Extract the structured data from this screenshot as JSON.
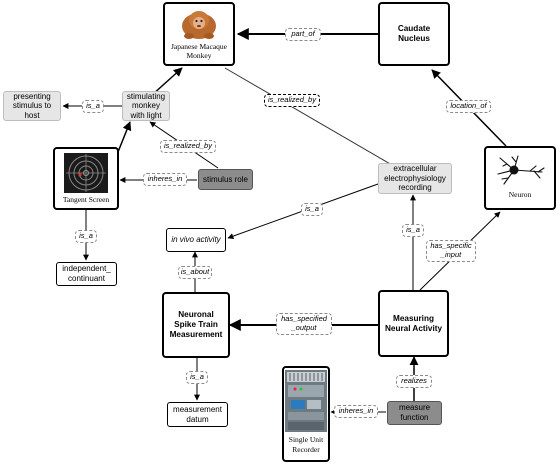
{
  "nodes": {
    "macaque": "Japanese Macaque Monkey",
    "caudate": "Caudate Nucleus",
    "presenting": "presenting stimulus to host",
    "stimulating": "stimulating monkey with light",
    "tangent": "Tangent Screen",
    "stimulus_role": "stimulus role",
    "independent": "independent_ continuant",
    "extracellular": "extracellular electrophysiology recording",
    "neuron": "Neuron",
    "invivo": "in vivo activity",
    "spike": "Neuronal Spike Train Measurement",
    "measuring": "Measuring Neural Activity",
    "datum": "measurement datum",
    "recorder": "Single Unit Recorder",
    "measure_function": "measure function"
  },
  "edges": {
    "part_of": "part_of",
    "is_realized_by_top": "is_realized_by",
    "location_of": "location_of",
    "is_a_presenting": "is_a",
    "is_realized_by_mid": "is_realized_by",
    "inheres_in_tangent": "inheres_in",
    "is_a_tangent": "is_a",
    "is_a_invivo": "is_a",
    "is_a_extracellular": "is_a",
    "has_specific_input": "has_specific _input",
    "is_about": "is_about",
    "has_specified_output": "has_specified _output",
    "is_a_datum": "is_a",
    "realizes": "realizes",
    "inheres_in_recorder": "inheres_in"
  },
  "icons": [
    "monkey-image",
    "target-screen-icon",
    "neuron-icon",
    "recorder-device-image"
  ],
  "colors": {
    "node_border": "#000000",
    "process_fill": "#e6e6e6",
    "role_fill": "#8c8c8c",
    "edge_label_border": "#8a8a8a",
    "arrow": "#000000"
  }
}
